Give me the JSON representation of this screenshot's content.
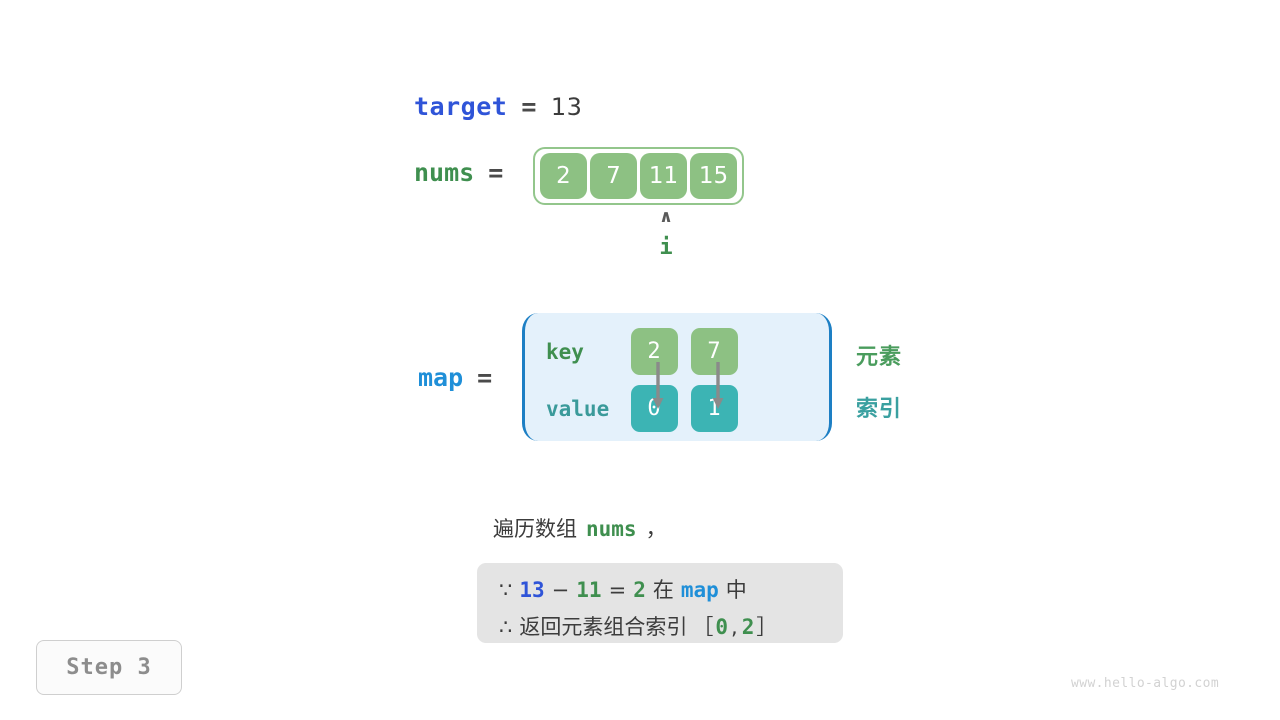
{
  "target": {
    "name": "target",
    "equals": "=",
    "value": "13"
  },
  "nums": {
    "name": "nums",
    "equals": "=",
    "cells": [
      "2",
      "7",
      "11",
      "15"
    ],
    "pointer": {
      "caret": "∧",
      "label": "i",
      "index": 2
    }
  },
  "map": {
    "name": "map",
    "equals": "=",
    "row_labels": {
      "key": "key",
      "value": "value"
    },
    "entries": [
      {
        "key": "2",
        "value": "0"
      },
      {
        "key": "7",
        "value": "1"
      }
    ],
    "legends": {
      "element": "元素",
      "index": "索引"
    }
  },
  "caption": {
    "prefix": "遍历数组",
    "code": "nums",
    "suffix": "，"
  },
  "info_box": {
    "row1": {
      "symbol": "∵",
      "a": "13",
      "minus": "−",
      "b": "11",
      "eq": "=",
      "c": "2",
      "zai": "在",
      "map": "map",
      "zhong": "中"
    },
    "row2": {
      "symbol": "∴",
      "text": "返回元素组合索引",
      "bracket_open": "［",
      "i0": "0",
      "comma": ",",
      "i1": "2",
      "bracket_close": "］"
    }
  },
  "step_badge": {
    "label": "Step 3"
  },
  "watermark": {
    "text": "www.hello-algo.com"
  },
  "colors": {
    "target_blue": "#2f54d8",
    "map_blue": "#1f8fd8",
    "nums_green": "#3f8f4f",
    "cell_green": "#8dc183",
    "cell_teal": "#3cb4b4",
    "map_box_bg": "#e4f1fb",
    "map_box_border": "#1d7fc4",
    "info_box_bg": "#e4e4e4",
    "legend_element": "#4a9c5d",
    "legend_index": "#3aa0a0",
    "arrow_gray": "#8a8a8a"
  }
}
